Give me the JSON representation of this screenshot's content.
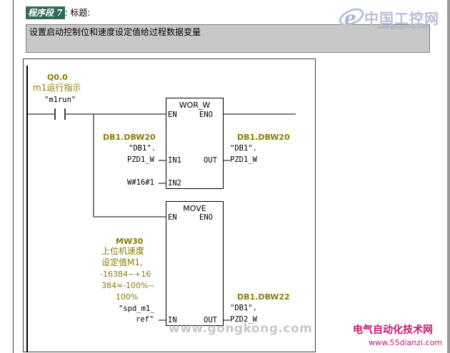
{
  "header": {
    "network_label": "程序段 7",
    "title_label": ": 标题:"
  },
  "comment": "设置启动控制位和速度设定值给过程数据变量",
  "contact": {
    "address": "Q0.0",
    "comment": "m1运行指示",
    "symbol": "\"m1run\""
  },
  "wor_w": {
    "title": "WOR_W",
    "en": "EN",
    "eno": "ENO",
    "in1": "IN1",
    "in2": "IN2",
    "out": "OUT",
    "in1_addr": "DB1.DBW20",
    "in1_sym1": "\"DB1\".",
    "in1_sym2": "PZD1_W",
    "in2_value": "W#16#1",
    "out_addr": "DB1.DBW20",
    "out_sym1": "\"DB1\".",
    "out_sym2": "PZD1_W"
  },
  "move": {
    "title": "MOVE",
    "en": "EN",
    "eno": "ENO",
    "in": "IN",
    "out": "OUT",
    "in_addr": "MW30",
    "in_comment": [
      "上位机速度",
      "设定值M1,",
      "-16384~+16",
      "384=-100%~",
      "100%"
    ],
    "in_sym1": "\"spd_m1_",
    "in_sym2": "ref\"",
    "out_addr": "DB1.DBW22",
    "out_sym1": "\"DB1\".",
    "out_sym2": "PZD2_W"
  },
  "watermarks": {
    "top_logo_cn": "中国工控网",
    "top_logo_url": "www.gongkong.com",
    "center": "www.gongkong.com",
    "bottom_cn": "电气自动化技术网",
    "bottom_url": "www.55dianzi.com"
  },
  "colors": {
    "address_olive": "#8b7b00",
    "comment_bg": "#c8c8c8",
    "network_badge": "#2f6b5c",
    "watermark_magenta": "#c8186e"
  }
}
